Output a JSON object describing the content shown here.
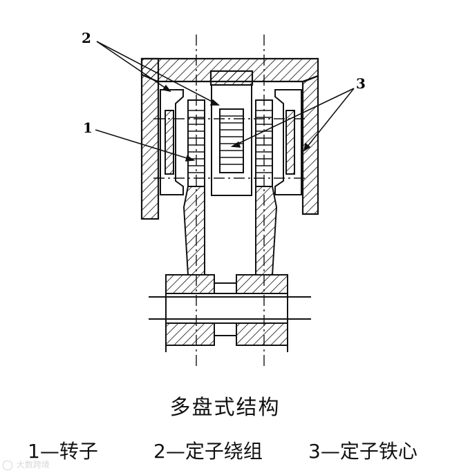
{
  "diagram": {
    "callouts": {
      "c1": "1",
      "c2": "2",
      "c3": "3"
    }
  },
  "caption": {
    "title": "多盘式结构",
    "legend": [
      {
        "text": "1—转子"
      },
      {
        "text": "2—定子绕组"
      },
      {
        "text": "3—定子铁心"
      }
    ]
  },
  "watermark": {
    "text": "大数跨境"
  },
  "colors": {
    "line": "#111111",
    "background": "#ffffff",
    "watermark": "#d8d8d8"
  }
}
